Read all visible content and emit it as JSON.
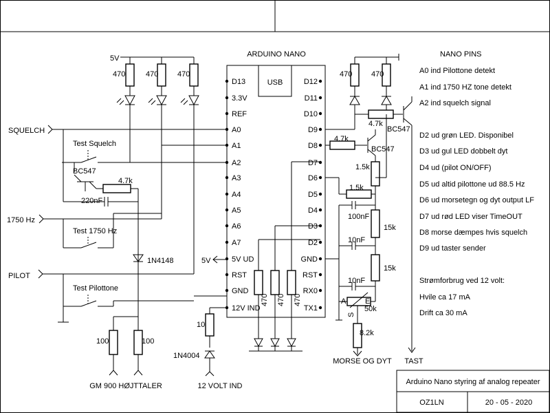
{
  "title_block": {
    "title": "Arduino Nano styring af analog repeater",
    "author": "OZ1LN",
    "date": "20 - 05 - 2020"
  },
  "arduino": {
    "title": "ARDUINO NANO",
    "usb": "USB",
    "left_pins": [
      "D13",
      "3.3V",
      "REF",
      "A0",
      "A1",
      "A2",
      "A3",
      "A4",
      "A5",
      "A6",
      "A7",
      "5V UD",
      "RST",
      "GND",
      "12V IND"
    ],
    "right_pins": [
      "D12",
      "D11",
      "D10",
      "D9",
      "D8",
      "D7",
      "D6",
      "D5",
      "D4",
      "D3",
      "D2",
      "GND",
      "RST",
      "RX0",
      "TX1"
    ]
  },
  "nano_pins": {
    "title": "NANO PINS",
    "lines": [
      "A0 ind Pilottone detekt",
      "A1 ind 1750 HZ tone detekt",
      "A2 ind squelch signal",
      "D2 ud grøn LED. Disponibel",
      "D3 ud gul LED dobbelt dyt",
      "D4 ud (pilot ON/OFF)",
      "D5 ud altid pilottone ud 88.5 Hz",
      "D6 ud morsetegn og dyt output LF",
      "D7 ud rød LED viser TimeOUT",
      "D8 morse dæmpes hvis squelch",
      "D9 ud taster sender"
    ],
    "power_lines": [
      "Strømforbrug ved 12 volt:",
      "Hvile ca 17 mA",
      "Drift ca 30 mA"
    ]
  },
  "labels": {
    "v5_top": "5V",
    "squelch": "SQUELCH",
    "hz1750": "1750 Hz",
    "pilot": "PILOT",
    "test_squelch": "Test Squelch",
    "test_1750": "Test 1750 Hz",
    "test_pilot": "Test Pilottone",
    "bc547_left": "BC547",
    "bc547_mid": "BC547",
    "bc547_right": "BC547",
    "r_47k_left": "4.7k",
    "c_220nf": "220nF",
    "diode_1n4148": "1N4148",
    "r_100a": "100",
    "r_100b": "100",
    "speaker": "GM 900 HØJTTALER",
    "v5_out": "5V",
    "r_10": "10",
    "diode_1n4004": "1N4004",
    "v12_in": "12 VOLT IND",
    "r_470": "470",
    "r_47k_d8": "4.7k",
    "r_47k_d9": "4.7k",
    "r_15k_a": "1.5k",
    "r_15k_b": "1.5k",
    "c_100nf": "100nF",
    "r_15k_c": "15k",
    "c_10nf_a": "10nF",
    "r_15k_d": "15k",
    "c_10nf_b": "10nF",
    "pot_a": "A",
    "pot_e": "E",
    "pot_s": "S",
    "pot_50k": "50k",
    "r_82k": "8.2k",
    "morse": "MORSE OG DYT",
    "tast": "TAST"
  }
}
